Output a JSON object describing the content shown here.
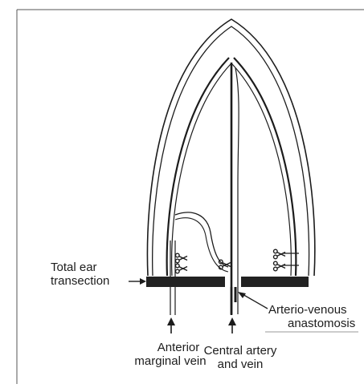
{
  "diagram": {
    "labels": {
      "total_ear_transection_line1": "Total ear",
      "total_ear_transection_line2": "transection",
      "anterior_marginal_vein_line1": "Anterior",
      "anterior_marginal_vein_line2": "marginal vein",
      "central_artery_and_vein_line1": "Central artery",
      "central_artery_and_vein_line2": "and vein",
      "arterio_venous_line1": "Arterio-venous",
      "arterio_venous_line2": "anastomosis"
    },
    "colors": {
      "ink": "#1c1c1c",
      "frame": "#555555",
      "bar": "#222222",
      "background": "#ffffff"
    },
    "icons": [
      "scissors-icon",
      "arrow-up-icon",
      "arrow-right-icon"
    ]
  }
}
